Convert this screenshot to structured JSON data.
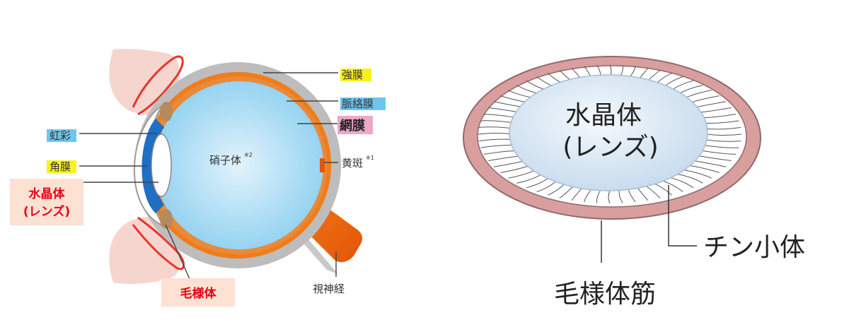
{
  "left_diagram": {
    "labels": {
      "kyomaku": "強膜",
      "myakurakumaku": "脈絡膜",
      "momaku": "網膜",
      "kohan": "黄斑",
      "kohan_note": "※1",
      "kosai": "虹彩",
      "kakumaku": "角膜",
      "suishotai_line1": "水晶体",
      "suishotai_line2": "(レンズ)",
      "shoshitai": "硝子体",
      "shoshitai_note": "※2",
      "moyotai": "毛様体",
      "shishinkei": "視神経"
    },
    "colors": {
      "highlight_yellow": "#f7f21a",
      "highlight_blue": "#6fc6ea",
      "highlight_pink": "#f0a6c8",
      "highlight_peach": "#fde1d3",
      "red_text": "#e60012",
      "sclera": "#bdbdbd",
      "choroid_retina": "#f07c1a",
      "vitreous": "#bfe4f7",
      "cornea_iris": "#1f6fc2",
      "eyelid": "#f6d5cf",
      "eyelid_outline": "#e8352a"
    }
  },
  "right_diagram": {
    "labels": {
      "suishotai_line1": "水晶体",
      "suishotai_line2": "(レンズ)",
      "chin_shotai": "チン小体",
      "moyotaikin": "毛様体筋"
    },
    "colors": {
      "ring": "#d99e9e",
      "lens": "#e3eef8"
    }
  }
}
